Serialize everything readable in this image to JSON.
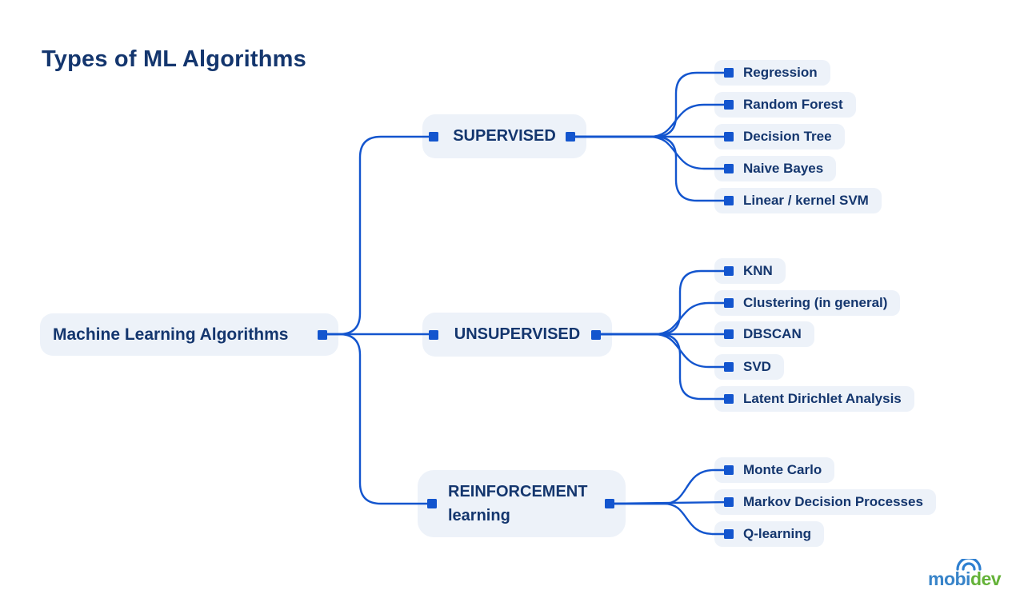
{
  "page": {
    "title": "Types of ML Algorithms"
  },
  "colors": {
    "accent_blue": "#1355CE",
    "text_navy": "#14366E",
    "node_background": "#EDF2F9",
    "logo_blue": "#3884C9",
    "logo_green": "#64B238"
  },
  "tree": {
    "root": {
      "label": "Machine Learning Algorithms"
    },
    "branches": [
      {
        "label": "SUPERVISED",
        "children": [
          {
            "label": "Regression"
          },
          {
            "label": "Random Forest"
          },
          {
            "label": "Decision Tree"
          },
          {
            "label": "Naive Bayes"
          },
          {
            "label": "Linear / kernel SVM"
          }
        ]
      },
      {
        "label": "UNSUPERVISED",
        "children": [
          {
            "label": "KNN"
          },
          {
            "label": "Clustering (in general)"
          },
          {
            "label": "DBSCAN"
          },
          {
            "label": "SVD"
          },
          {
            "label": "Latent Dirichlet Analysis"
          }
        ]
      },
      {
        "label": "REINFORCEMENT learning",
        "children": [
          {
            "label": "Monte Carlo"
          },
          {
            "label": "Markov Decision Processes"
          },
          {
            "label": "Q-learning"
          }
        ]
      }
    ]
  },
  "logo": {
    "part1": "mobi",
    "part2": "dev",
    "icon": "wifi-arcs-icon"
  }
}
